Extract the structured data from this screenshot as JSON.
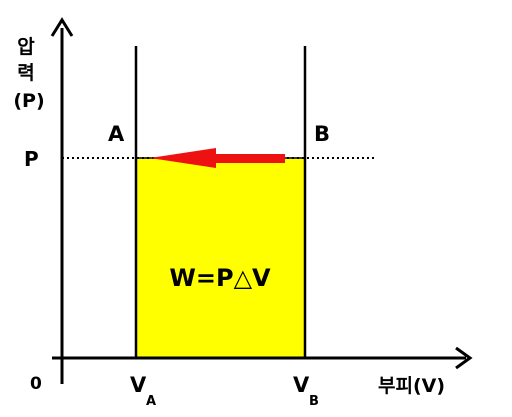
{
  "axes": {
    "y_label_line1": "압",
    "y_label_line2": "력",
    "y_label_line3": "(P)",
    "x_label": "부피(V)",
    "origin": "0"
  },
  "levels": {
    "pressure": "P",
    "va_main": "V",
    "va_sub": "A",
    "vb_main": "V",
    "vb_sub": "B"
  },
  "points": {
    "a": "A",
    "b": "B"
  },
  "work_label": "W=P△V",
  "colors": {
    "work_fill": "#FFFF00",
    "arrow": "#EE1111",
    "axis": "#000000"
  }
}
